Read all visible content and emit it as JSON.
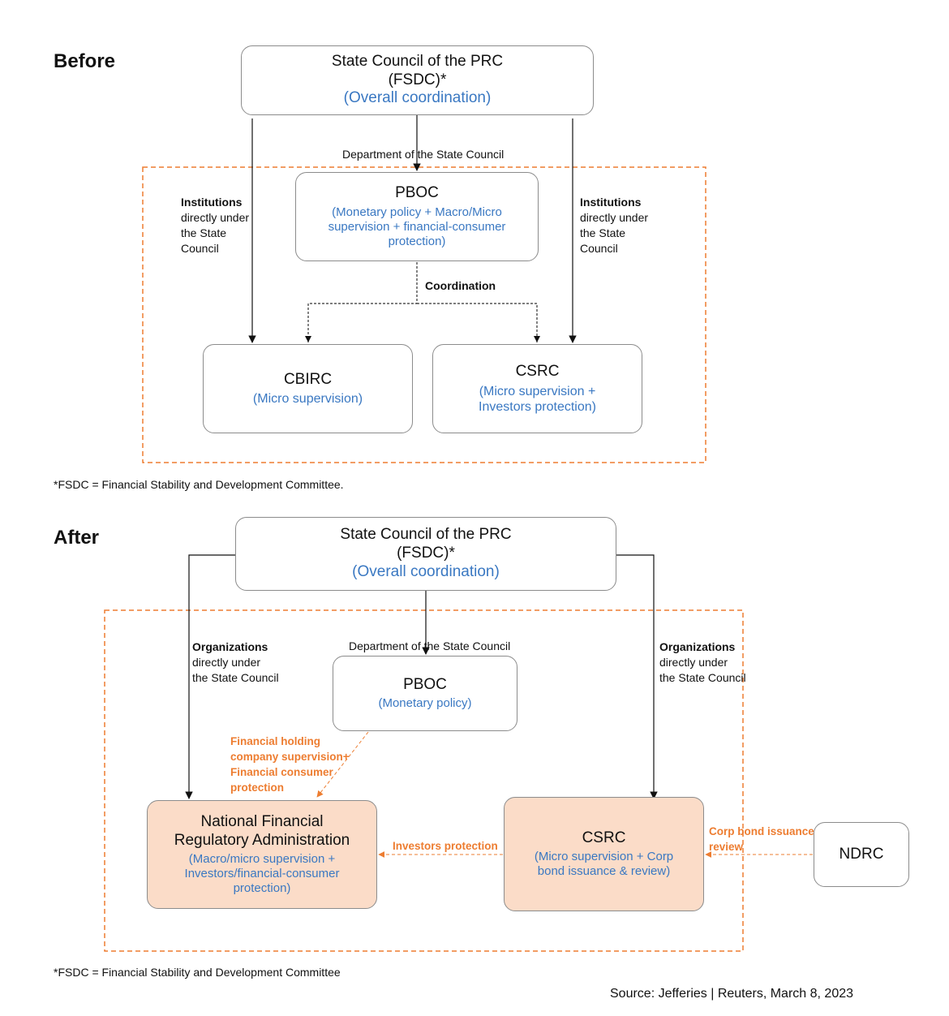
{
  "colors": {
    "blue": "#3a78c2",
    "orange": "#ed7d31",
    "fill": "#fbdcc8",
    "border": "#8c8c8c"
  },
  "before": {
    "title": "Before",
    "state_council": {
      "line1": "State Council of the PRC",
      "line2": "(FSDC)*",
      "line3": "(Overall coordination)"
    },
    "dept_label": "Department of the State Council",
    "left_label": {
      "bold": "Institutions",
      "rest": [
        "directly under",
        "the State",
        "Council"
      ]
    },
    "right_label": {
      "bold": "Institutions",
      "rest": [
        "directly under",
        "the State",
        "Council"
      ]
    },
    "pboc": {
      "name": "PBOC",
      "desc": [
        "(Monetary policy + Macro/Micro",
        "supervision + financial-consumer",
        "protection)"
      ]
    },
    "coordination": "Coordination",
    "cbirc": {
      "name": "CBIRC",
      "desc": [
        "(Micro supervision)"
      ]
    },
    "csrc": {
      "name": "CSRC",
      "desc": [
        "(Micro supervision +",
        "Investors protection)"
      ]
    },
    "footnote": "*FSDC = Financial Stability and Development Committee."
  },
  "after": {
    "title": "After",
    "state_council": {
      "line1": "State Council of the PRC",
      "line2": "(FSDC)*",
      "line3": "(Overall coordination)"
    },
    "dept_label": "Department of the State Council",
    "left_label": {
      "bold": "Organizations",
      "rest": [
        "directly under",
        "the State Council"
      ]
    },
    "right_label": {
      "bold": "Organizations",
      "rest": [
        "directly under",
        "the State Council"
      ]
    },
    "pboc": {
      "name": "PBOC",
      "desc": [
        "(Monetary policy)"
      ]
    },
    "transfer_label": [
      "Financial holding",
      "company supervision+",
      "Financial consumer",
      "protection"
    ],
    "nfra": {
      "name": [
        "National Financial",
        "Regulatory Administration"
      ],
      "desc": [
        "(Macro/micro supervision +",
        "Investors/financial-consumer",
        "protection)"
      ]
    },
    "csrc": {
      "name": "CSRC",
      "desc": [
        "(Micro supervision + Corp",
        "bond issuance & review)"
      ]
    },
    "investors_label": "Investors protection",
    "corp_bond_label": [
      "Corp bond issuance",
      "review"
    ],
    "ndrc": {
      "name": "NDRC"
    },
    "footnote": "*FSDC = Financial Stability and Development Committee"
  },
  "source": "Source: Jefferies | Reuters, March 8, 2023"
}
